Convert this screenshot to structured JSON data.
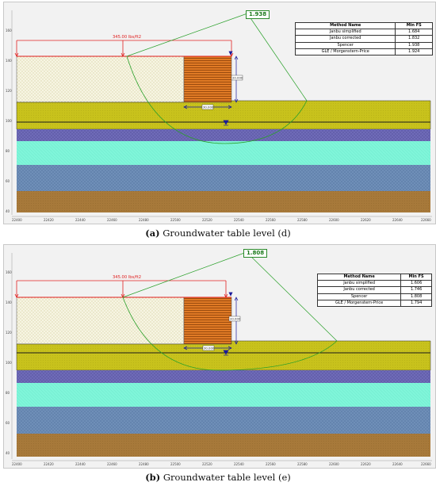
{
  "figures": [
    {
      "id": "a",
      "caption_letter": "(a)",
      "caption_text": "Groundwater table level (d)",
      "fs_badge": "1.938",
      "load_label": "345.00 lbs/ft2",
      "dim_height": "20.000",
      "dim_width": "30.000",
      "x_ticks": [
        "22400",
        "22420",
        "22440",
        "22460",
        "22480",
        "22500",
        "22520",
        "22540",
        "22560",
        "22580",
        "22600",
        "22620",
        "22640",
        "22660"
      ],
      "y_ticks": [
        "160",
        "140",
        "120",
        "100",
        "80",
        "60",
        "40"
      ],
      "table": {
        "headers": [
          "Method Name",
          "Min FS"
        ],
        "rows": [
          [
            "Janbu simplified",
            "1.684"
          ],
          [
            "Janbu corrected",
            "1.832"
          ],
          [
            "Spencer",
            "1.938"
          ],
          [
            "GLE / Morgenstern-Price",
            "1.924"
          ]
        ]
      }
    },
    {
      "id": "b",
      "caption_letter": "(b)",
      "caption_text": "Groundwater table level (e)",
      "fs_badge": "1.808",
      "load_label": "345.00 lbs/ft2",
      "dim_height": "20.000",
      "dim_width": "30.000",
      "x_ticks": [
        "22400",
        "22420",
        "22440",
        "22460",
        "22480",
        "22500",
        "22520",
        "22540",
        "22560",
        "22580",
        "22600",
        "22620",
        "22640",
        "22660"
      ],
      "y_ticks": [
        "160",
        "140",
        "120",
        "100",
        "80",
        "60",
        "40"
      ],
      "table": {
        "headers": [
          "Method Name",
          "Min FS"
        ],
        "rows": [
          [
            "Janbu simplified",
            "1.606"
          ],
          [
            "Janbu corrected",
            "1.746"
          ],
          [
            "Spencer",
            "1.808"
          ],
          [
            "GLE / Morgenstern-Price",
            "1.794"
          ]
        ]
      }
    }
  ],
  "colors": {
    "fill_sand": "#f7f5e3",
    "embankment": "#e07a25",
    "yellow_clay": "#c8c21c",
    "purple_layer": "#6f6bb8",
    "cyan_layer": "#7ff5d9",
    "blue_layer": "#6f8fb8",
    "brown_layer": "#a7793a",
    "slip_line": "#2aa02a",
    "load_line": "#e02020",
    "dim_line": "#1a1a9a"
  }
}
